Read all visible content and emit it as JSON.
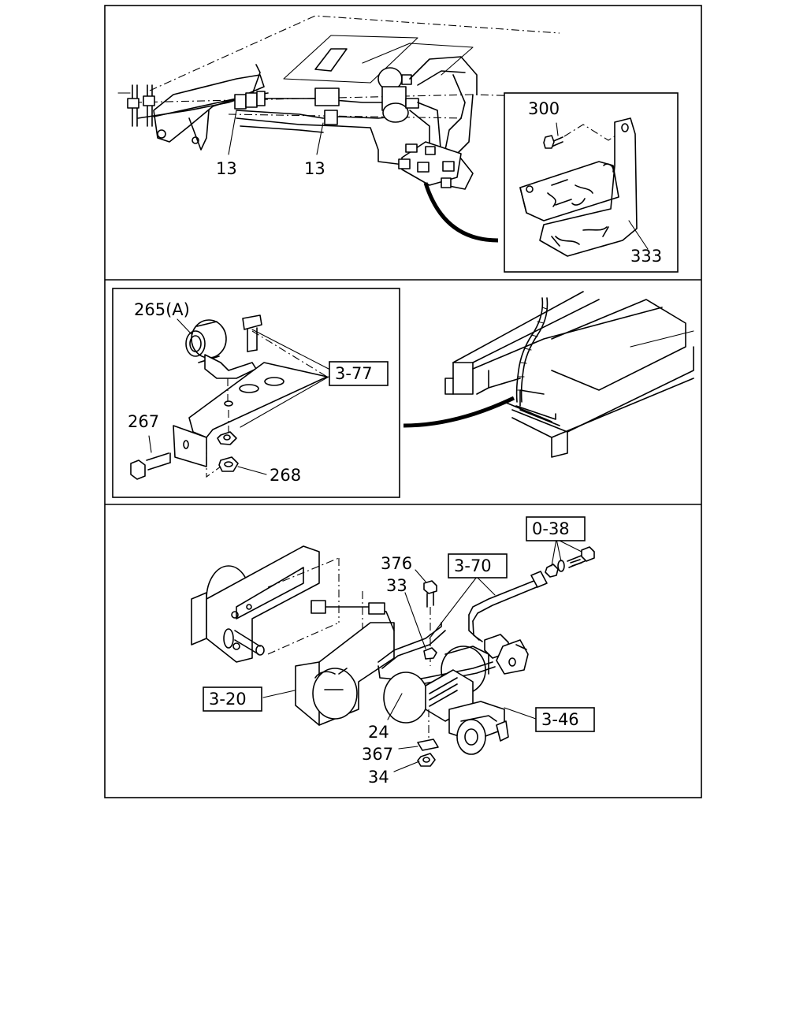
{
  "callouts": {
    "p13a": "13",
    "p13b": "13",
    "p300": "300",
    "p333": "333",
    "p265": "265(A)",
    "ref377": "3-77",
    "p267": "267",
    "p268": "268",
    "ref038": "0-38",
    "p376": "376",
    "ref370": "3-70",
    "p33": "33",
    "ref320": "3-20",
    "ref346": "3-46",
    "p24": "24",
    "p367": "367",
    "p34": "34"
  }
}
